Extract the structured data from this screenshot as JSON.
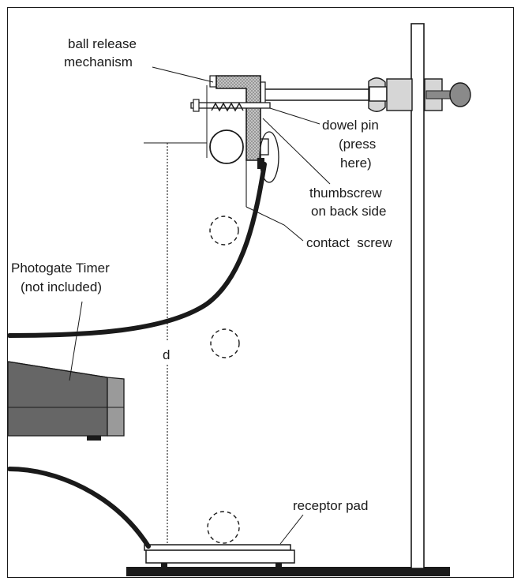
{
  "colors": {
    "ink": "#1a1a1a",
    "timer_dark": "#666666",
    "timer_light": "#9a9a9a",
    "clamp_gray": "#d6d6d6",
    "hatch": "#b0b0b0"
  },
  "labels": {
    "release_line1": "ball release",
    "release_line2": "mechanism",
    "dowel_line1": "dowel pin",
    "dowel_line2": "(press",
    "dowel_line3": "here)",
    "thumb_line1": "thumbscrew",
    "thumb_line2": "on back side",
    "contact": "contact  screw",
    "timer_line1": "Photogate Timer",
    "timer_line2": "(not included)",
    "distance": "d",
    "receptor": "receptor pad"
  }
}
